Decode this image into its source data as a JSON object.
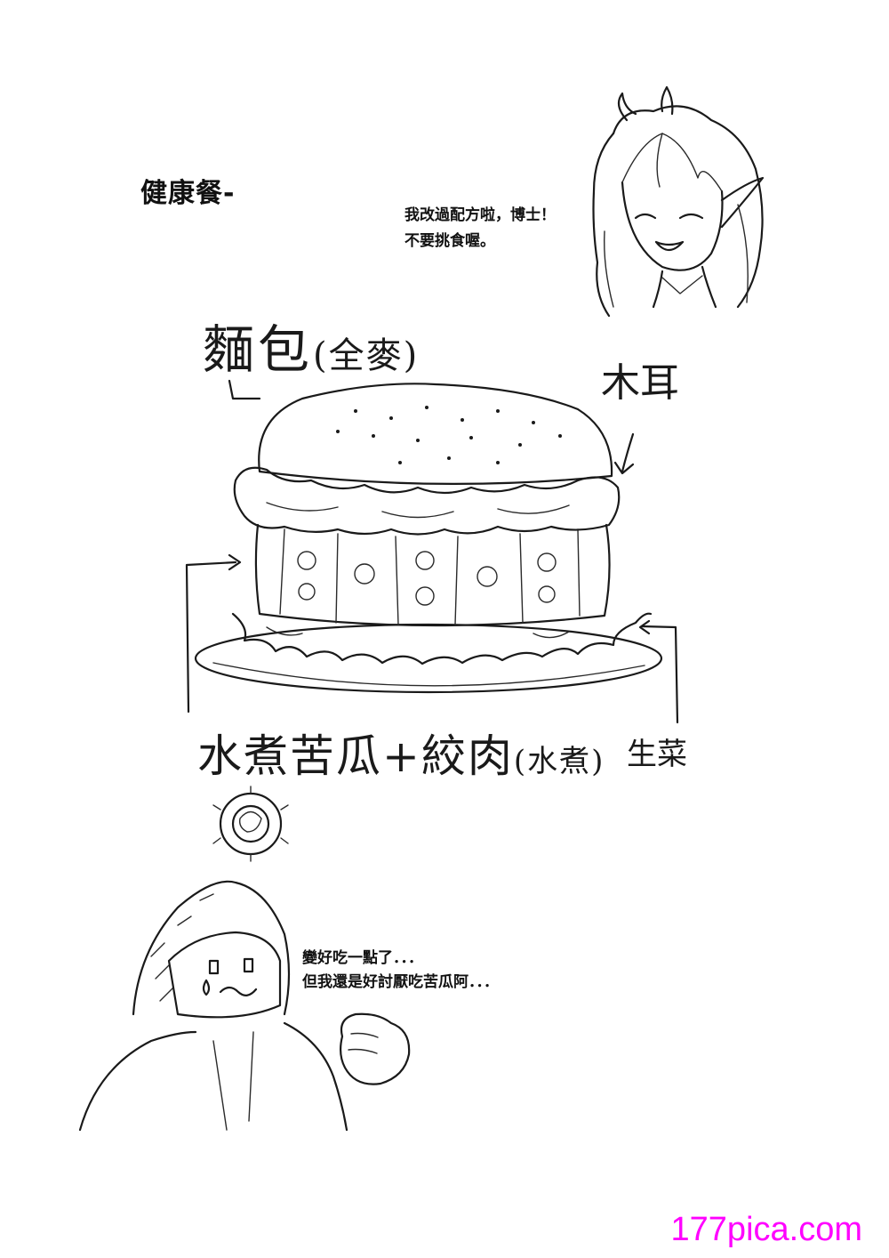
{
  "title": "健康餐-",
  "speech_top": {
    "line1": "我改過配方啦，博士！",
    "line2": "不要挑食喔。"
  },
  "labels": {
    "bread": "麵包",
    "bread_note": "(全麥)",
    "mushroom": "木耳",
    "filling": "水煮苦瓜+絞肉",
    "filling_note": "(水煮)",
    "lettuce": "生菜"
  },
  "speech_bottom": {
    "line1": "變好吃一點了．．．",
    "line2": "但我還是好討厭吃苦瓜阿．．．"
  },
  "watermark": {
    "text": "177pica.com",
    "color": "#ff00ff"
  }
}
